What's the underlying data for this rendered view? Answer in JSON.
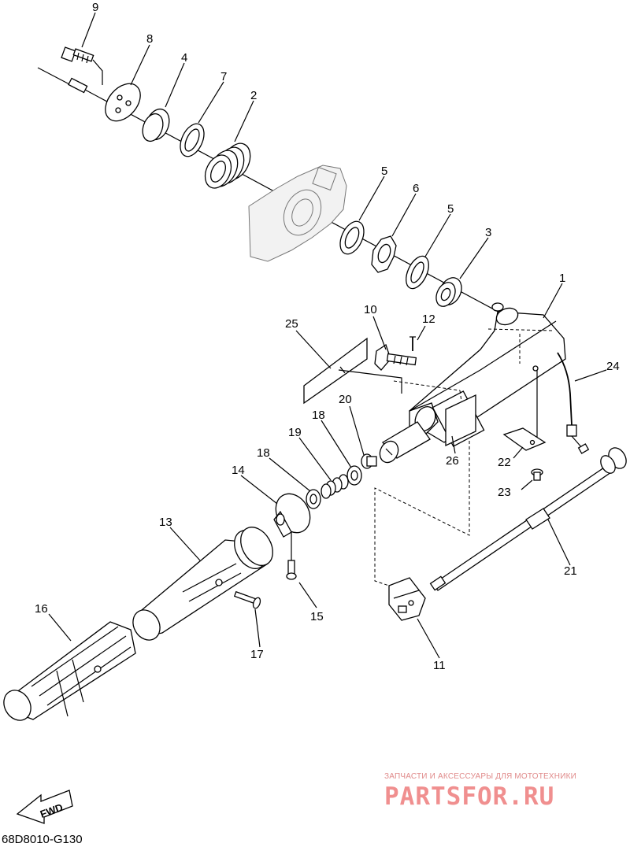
{
  "diagram_code": "68D8010-G130",
  "fwd_label": "FWD",
  "watermark": {
    "caption": "ЗАПЧАСТИ И АКСЕССУАРЫ ДЛЯ МОТОТЕХНИКИ",
    "logo": "PARTSFOR.RU"
  },
  "callouts": [
    {
      "id": "c9",
      "text": "9"
    },
    {
      "id": "c8",
      "text": "8"
    },
    {
      "id": "c4",
      "text": "4"
    },
    {
      "id": "c7",
      "text": "7"
    },
    {
      "id": "c2",
      "text": "2"
    },
    {
      "id": "c5a",
      "text": "5"
    },
    {
      "id": "c6",
      "text": "6"
    },
    {
      "id": "c5b",
      "text": "5"
    },
    {
      "id": "c3",
      "text": "3"
    },
    {
      "id": "c1",
      "text": "1"
    },
    {
      "id": "c25",
      "text": "25"
    },
    {
      "id": "c10",
      "text": "10"
    },
    {
      "id": "c12",
      "text": "12"
    },
    {
      "id": "c24",
      "text": "24"
    },
    {
      "id": "c20",
      "text": "20"
    },
    {
      "id": "c18a",
      "text": "18"
    },
    {
      "id": "c19",
      "text": "19"
    },
    {
      "id": "c18b",
      "text": "18"
    },
    {
      "id": "c26",
      "text": "26"
    },
    {
      "id": "c22",
      "text": "22"
    },
    {
      "id": "c23",
      "text": "23"
    },
    {
      "id": "c14",
      "text": "14"
    },
    {
      "id": "c13",
      "text": "13"
    },
    {
      "id": "c21",
      "text": "21"
    },
    {
      "id": "c16",
      "text": "16"
    },
    {
      "id": "c15",
      "text": "15"
    },
    {
      "id": "c17",
      "text": "17"
    },
    {
      "id": "c11",
      "text": "11"
    }
  ]
}
